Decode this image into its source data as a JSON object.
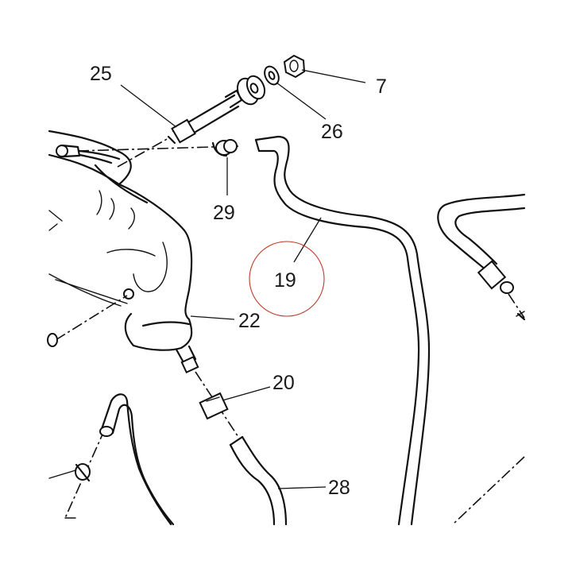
{
  "diagram": {
    "callouts": [
      {
        "id": "c25",
        "label": "25"
      },
      {
        "id": "c7",
        "label": "7"
      },
      {
        "id": "c26",
        "label": "26"
      },
      {
        "id": "c29",
        "label": "29"
      },
      {
        "id": "c19",
        "label": "19"
      },
      {
        "id": "c22",
        "label": "22"
      },
      {
        "id": "c20",
        "label": "20"
      },
      {
        "id": "c28",
        "label": "28"
      }
    ],
    "highlighted_part": "19",
    "colors": {
      "ink": "#111111",
      "highlight_circle": "#c0392b"
    }
  }
}
